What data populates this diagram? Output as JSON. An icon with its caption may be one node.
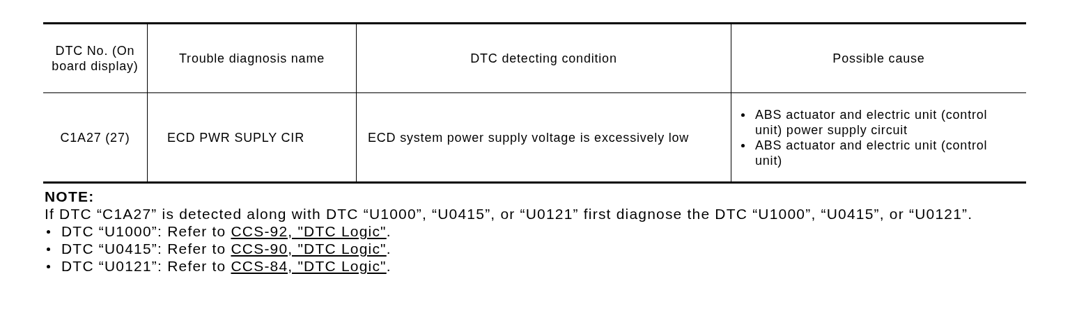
{
  "diagram": {
    "labels": [
      "DTC No. (On board display)",
      "Trouble diagnosis name",
      "DTC detecting condition",
      "Possible cause",
      "C1A27 (27)",
      "ECD PWR SUPLY CIR",
      "ECD system power supply voltage is excessively low",
      "ABS actuator and electric unit (control unit) power supply circuit",
      "ABS actuator and electric unit (control unit)",
      "NOTE:",
      "If DTC “C1A27” is detected along with DTC “U1000”, “U0415”, or “U0121” first diagnose the DTC “U1000”, “U0415”, or “U0121”.",
      "DTC “U1000”: Refer to",
      "CCS-92, \"DTC Logic\"",
      ".",
      "DTC “U0415”: Refer to",
      "CCS-90, \"DTC Logic\"",
      ".",
      "DTC “U0121”: Refer to",
      "CCS-84, \"DTC Logic\"",
      "."
    ]
  }
}
